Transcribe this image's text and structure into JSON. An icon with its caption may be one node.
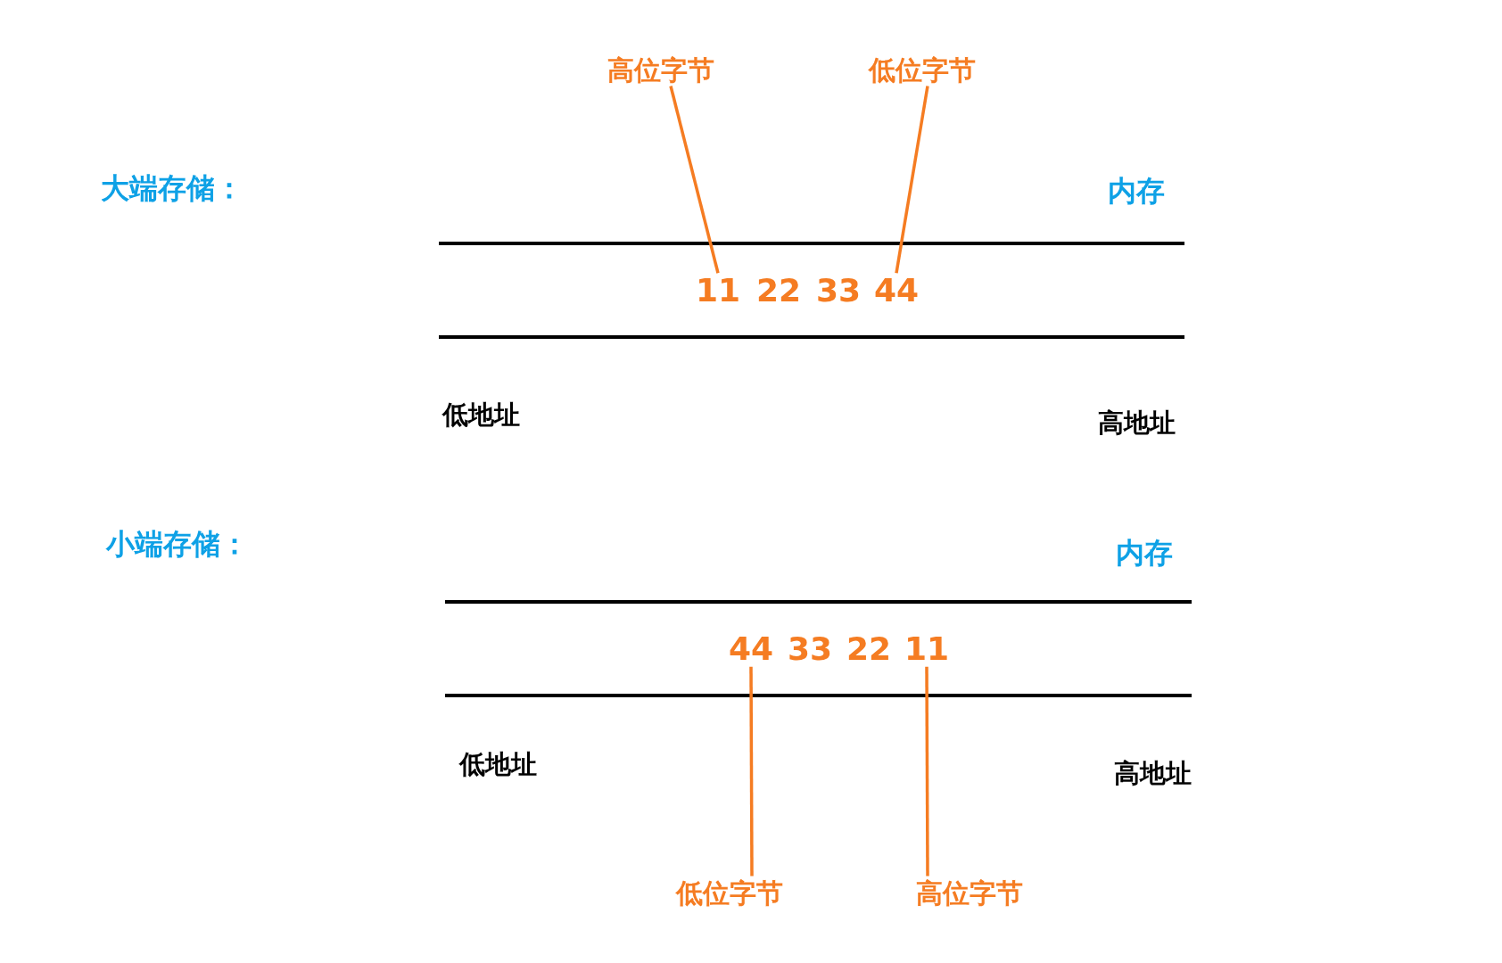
{
  "diagram": {
    "nodes": [
      {
        "text": [
          "高位字节"
        ]
      },
      {
        "text": [
          "低位字节"
        ]
      },
      {
        "text": [
          "11"
        ]
      },
      {
        "text": [
          "22"
        ]
      },
      {
        "text": [
          "33"
        ]
      },
      {
        "text": [
          "44"
        ]
      },
      {
        "text": [
          "44"
        ]
      },
      {
        "text": [
          "33"
        ]
      },
      {
        "text": [
          "22"
        ]
      },
      {
        "text": [
          "11"
        ]
      },
      {
        "text": [
          "低位字节"
        ]
      },
      {
        "text": [
          "高位字节"
        ]
      }
    ],
    "edges": [
      {
        "from": 0,
        "to": 2,
        "arrow": "none"
      },
      {
        "from": 1,
        "to": 5,
        "arrow": "none"
      },
      {
        "from": 10,
        "to": 6,
        "arrow": "none"
      },
      {
        "from": 11,
        "to": 9,
        "arrow": "none"
      }
    ],
    "labels": [
      "大端存储：",
      "内存",
      "低地址",
      "高地址",
      "小端存储：",
      "内存",
      "低地址",
      "高地址"
    ]
  }
}
